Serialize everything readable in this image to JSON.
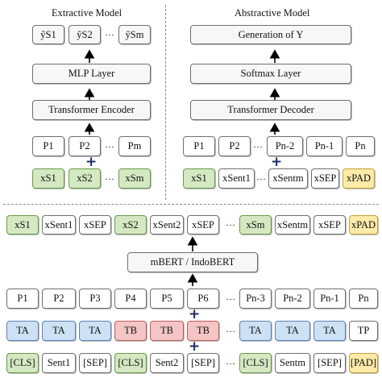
{
  "extractive": {
    "title": "Extractive Model",
    "y_tokens": [
      "ỹS1",
      "ỹS2",
      "ỹSm"
    ],
    "mlp": "MLP Layer",
    "encoder": "Transformer Encoder",
    "p_tokens": [
      "P1",
      "P2",
      "Pm"
    ],
    "x_tokens": [
      "xS1",
      "xS2",
      "xSm"
    ]
  },
  "abstractive": {
    "title": "Abstractive Model",
    "generation": "Generation of Y",
    "softmax": "Softmax Layer",
    "decoder": "Transformer Decoder",
    "p_tokens": [
      "P1",
      "P2",
      "Pn-2",
      "Pn-1",
      "Pn"
    ],
    "x_tokens": [
      "xS1",
      "xSent1",
      "xSentm",
      "xSEP",
      "xPAD"
    ]
  },
  "bottom": {
    "output_tokens": [
      "xS1",
      "xSent1",
      "xSEP",
      "xS2",
      "xSent2",
      "xSEP",
      "xSm",
      "xSentm",
      "xSEP",
      "xPAD"
    ],
    "bert": "mBERT / IndoBERT",
    "p_tokens": [
      "P1",
      "P2",
      "P3",
      "P4",
      "P5",
      "P6",
      "Pn-3",
      "Pn-2",
      "Pn-1",
      "Pn"
    ],
    "t_tokens": [
      "TA",
      "TA",
      "TA",
      "TB",
      "TB",
      "TB",
      "TA",
      "TA",
      "TA",
      "TP"
    ],
    "input_tokens": [
      "[CLS]",
      "Sent1",
      "[SEP]",
      "[CLS]",
      "Sent2",
      "[SEP]",
      "[CLS]",
      "Sentm",
      "[SEP]",
      "[PAD]"
    ]
  },
  "symbols": {
    "dots": "···",
    "plus": "+"
  },
  "colors": {
    "segment_cls": "#d4e8c2",
    "segment_a": "#cde0f4",
    "segment_b": "#f3c5c5",
    "padding": "#fbeaa8"
  }
}
